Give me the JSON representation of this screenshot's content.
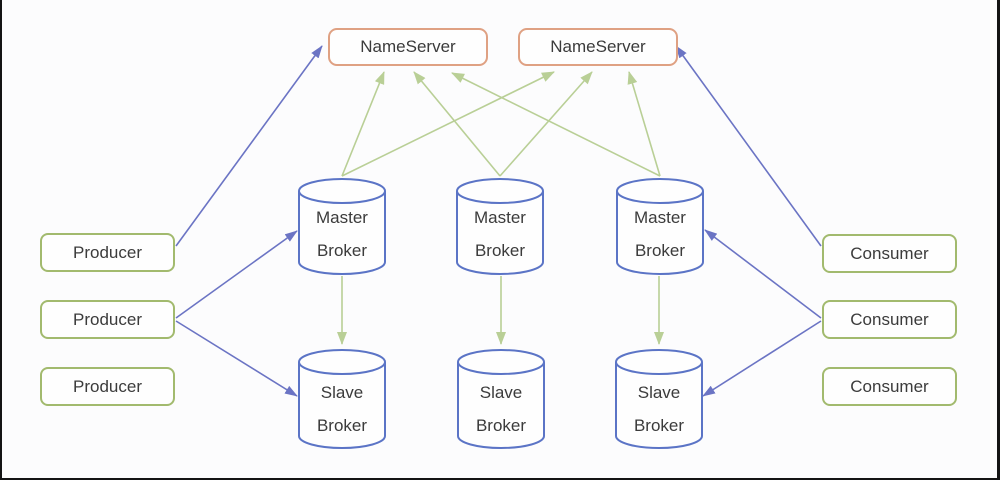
{
  "diagram": {
    "nameservers": [
      {
        "label": "NameServer"
      },
      {
        "label": "NameServer"
      }
    ],
    "producers": [
      {
        "label": "Producer"
      },
      {
        "label": "Producer"
      },
      {
        "label": "Producer"
      }
    ],
    "consumers": [
      {
        "label": "Consumer"
      },
      {
        "label": "Consumer"
      },
      {
        "label": "Consumer"
      }
    ],
    "master_brokers": [
      {
        "line1": "Master",
        "line2": "Broker"
      },
      {
        "line1": "Master",
        "line2": "Broker"
      },
      {
        "line1": "Master",
        "line2": "Broker"
      }
    ],
    "slave_brokers": [
      {
        "line1": "Slave",
        "line2": "Broker"
      },
      {
        "line1": "Slave",
        "line2": "Broker"
      },
      {
        "line1": "Slave",
        "line2": "Broker"
      }
    ],
    "edges": [
      {
        "from": "master-broker-1",
        "to": "nameserver-1",
        "color": "green"
      },
      {
        "from": "master-broker-2",
        "to": "nameserver-1",
        "color": "green"
      },
      {
        "from": "master-broker-3",
        "to": "nameserver-1",
        "color": "green"
      },
      {
        "from": "master-broker-1",
        "to": "nameserver-2",
        "color": "green"
      },
      {
        "from": "master-broker-2",
        "to": "nameserver-2",
        "color": "green"
      },
      {
        "from": "master-broker-3",
        "to": "nameserver-2",
        "color": "green"
      },
      {
        "from": "master-broker-1",
        "to": "slave-broker-1",
        "color": "green"
      },
      {
        "from": "master-broker-2",
        "to": "slave-broker-2",
        "color": "green"
      },
      {
        "from": "master-broker-3",
        "to": "slave-broker-3",
        "color": "green"
      },
      {
        "from": "producer-1",
        "to": "nameserver-1",
        "color": "blue"
      },
      {
        "from": "producer-2",
        "to": "master-broker-1",
        "color": "blue"
      },
      {
        "from": "producer-2",
        "to": "slave-broker-1",
        "color": "blue"
      },
      {
        "from": "consumer-1",
        "to": "nameserver-2",
        "color": "blue"
      },
      {
        "from": "consumer-2",
        "to": "master-broker-3",
        "color": "blue"
      },
      {
        "from": "consumer-2",
        "to": "slave-broker-3",
        "color": "blue"
      }
    ],
    "colors": {
      "background": "#fcfcfd",
      "frame_bar": "#141414",
      "nameserver_border": "#dfa183",
      "client_border": "#a2ba6e",
      "broker_stroke": "#5b74c6",
      "blue_edge": "#6b74c4",
      "green_edge": "#b9cf96",
      "text": "#3b3b3b",
      "node_fill": "#fefefe"
    }
  }
}
